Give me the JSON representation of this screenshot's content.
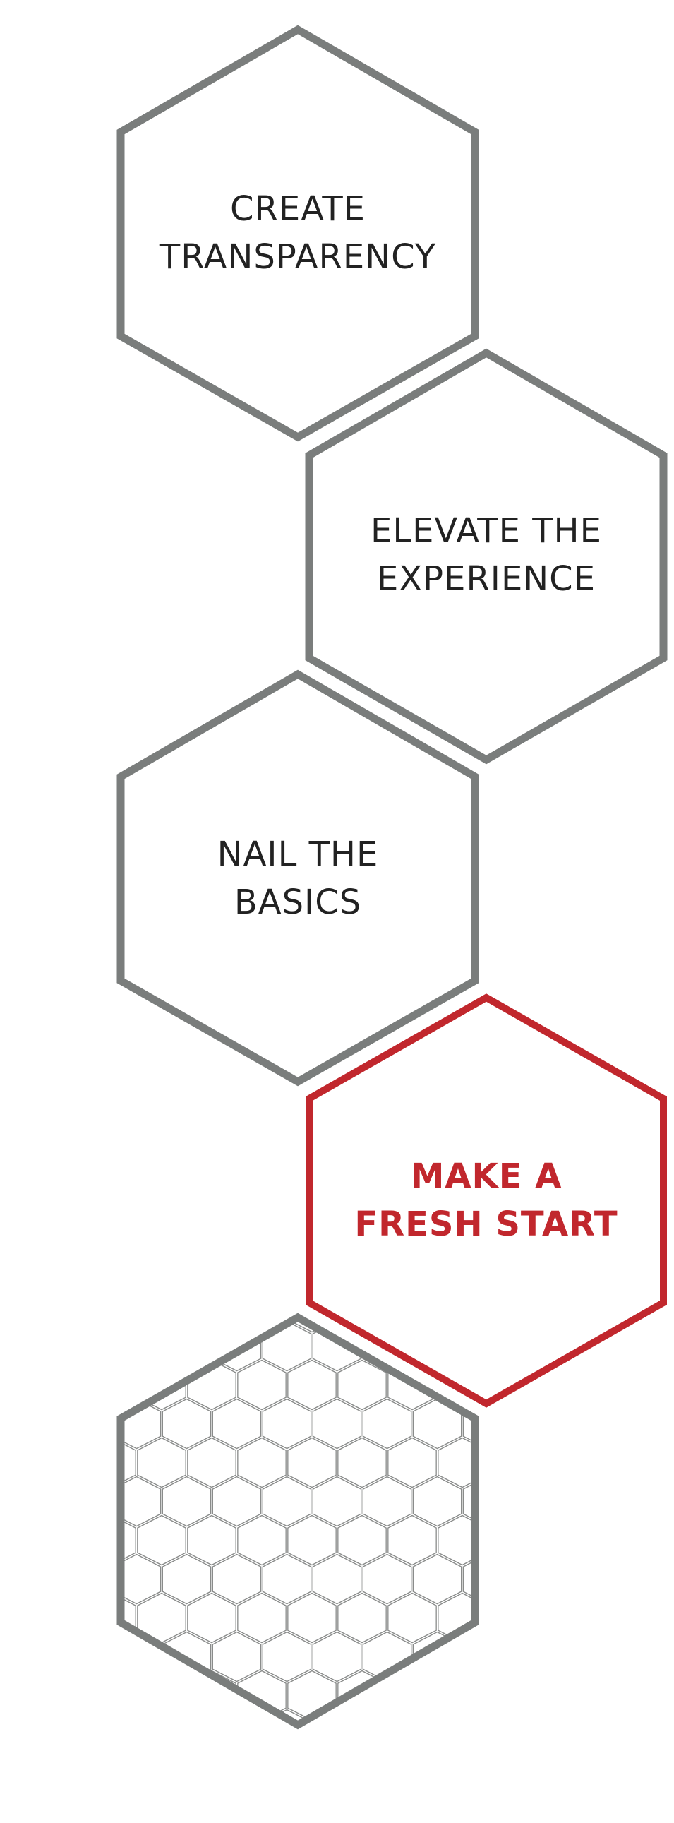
{
  "colors": {
    "hex_outline": "#7a7d7c",
    "accent": "#c1272d",
    "text": "#222222",
    "honeycomb": "#8a8c8b"
  },
  "steps": [
    {
      "line1": "CREATE",
      "line2": "TRANSPARENCY"
    },
    {
      "line1": "ELEVATE THE",
      "line2": "EXPERIENCE"
    },
    {
      "line1": "NAIL THE",
      "line2": "BASICS"
    },
    {
      "line1": "MAKE A",
      "line2": "FRESH START",
      "highlighted": true
    }
  ]
}
